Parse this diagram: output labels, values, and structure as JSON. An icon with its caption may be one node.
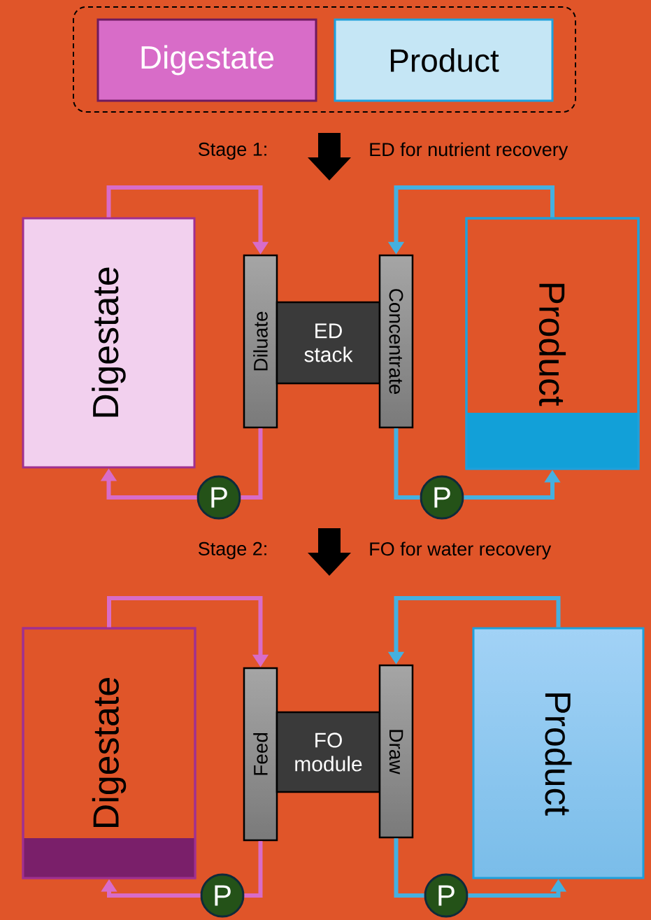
{
  "diagram": {
    "nodes": [
      {
        "text": [],
        "shape": "box"
      },
      {
        "text": [
          "Digestate"
        ],
        "in": 0
      },
      {
        "text": [
          "Product"
        ],
        "in": 0
      },
      {
        "text": [
          "Digestate"
        ]
      },
      {
        "text": [
          "Diluate"
        ]
      },
      {
        "text": [
          "ED stack"
        ]
      },
      {
        "text": [
          "Concentrate"
        ]
      },
      {
        "text": [
          "Product"
        ]
      },
      {
        "text": [
          "P"
        ]
      },
      {
        "text": [
          "P"
        ]
      },
      {
        "text": [
          "Digestate"
        ]
      },
      {
        "text": [
          "Feed"
        ]
      },
      {
        "text": [
          "FO module"
        ]
      },
      {
        "text": [
          "Draw"
        ]
      },
      {
        "text": [
          "Product"
        ]
      },
      {
        "text": [
          "P"
        ]
      },
      {
        "text": [
          "P"
        ]
      }
    ],
    "edges": [
      {
        "from": 3,
        "to": 4,
        "arrow": "to",
        "color": "#d86cc8"
      },
      {
        "from": 4,
        "to": 8,
        "arrow": "none",
        "color": "#d86cc8"
      },
      {
        "from": 8,
        "to": 3,
        "arrow": "to",
        "color": "#d86cc8"
      },
      {
        "from": 7,
        "to": 6,
        "arrow": "to",
        "color": "#45b0e0"
      },
      {
        "from": 6,
        "to": 9,
        "arrow": "none",
        "color": "#45b0e0"
      },
      {
        "from": 9,
        "to": 7,
        "arrow": "to",
        "color": "#45b0e0"
      },
      {
        "from": 10,
        "to": 11,
        "arrow": "to",
        "color": "#d86cc8"
      },
      {
        "from": 11,
        "to": 15,
        "arrow": "none",
        "color": "#d86cc8"
      },
      {
        "from": 15,
        "to": 10,
        "arrow": "to",
        "color": "#d86cc8"
      },
      {
        "from": 14,
        "to": 13,
        "arrow": "to",
        "color": "#45b0e0"
      },
      {
        "from": 13,
        "to": 16,
        "arrow": "none",
        "color": "#45b0e0"
      },
      {
        "from": 16,
        "to": 14,
        "arrow": "to",
        "color": "#45b0e0"
      }
    ],
    "labels": [
      "Stage 1:",
      "ED for nutrient recovery",
      "Stage 2:",
      "FO for water recovery"
    ]
  }
}
